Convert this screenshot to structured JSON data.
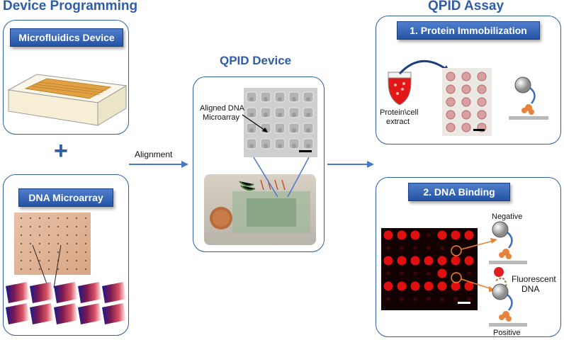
{
  "headings": {
    "device_programming": "Device Programming",
    "qpid_assay": "QPID Assay",
    "qpid_device": "QPID Device"
  },
  "panels": {
    "microfluidics": "Microfluidics Device",
    "dna_microarray": "DNA Microarray",
    "protein_immobilization": "1. Protein Immobilization",
    "dna_binding": "2. DNA Binding"
  },
  "labels": {
    "plus": "+",
    "alignment": "Alignment",
    "aligned_dna_line1": "Aligned DNA",
    "aligned_dna_line2": "Microarray",
    "protein_line1": "Protein\\cell",
    "protein_line2": "extract",
    "negative": "Negative",
    "fluorescent_line1": "Fluorescent",
    "fluorescent_line2": "DNA",
    "positive": "Positive"
  },
  "colors": {
    "accent": "#2f5da8",
    "arrow": "#4a78c8",
    "orange": "#e8823a",
    "red_spot": "#e01010"
  }
}
